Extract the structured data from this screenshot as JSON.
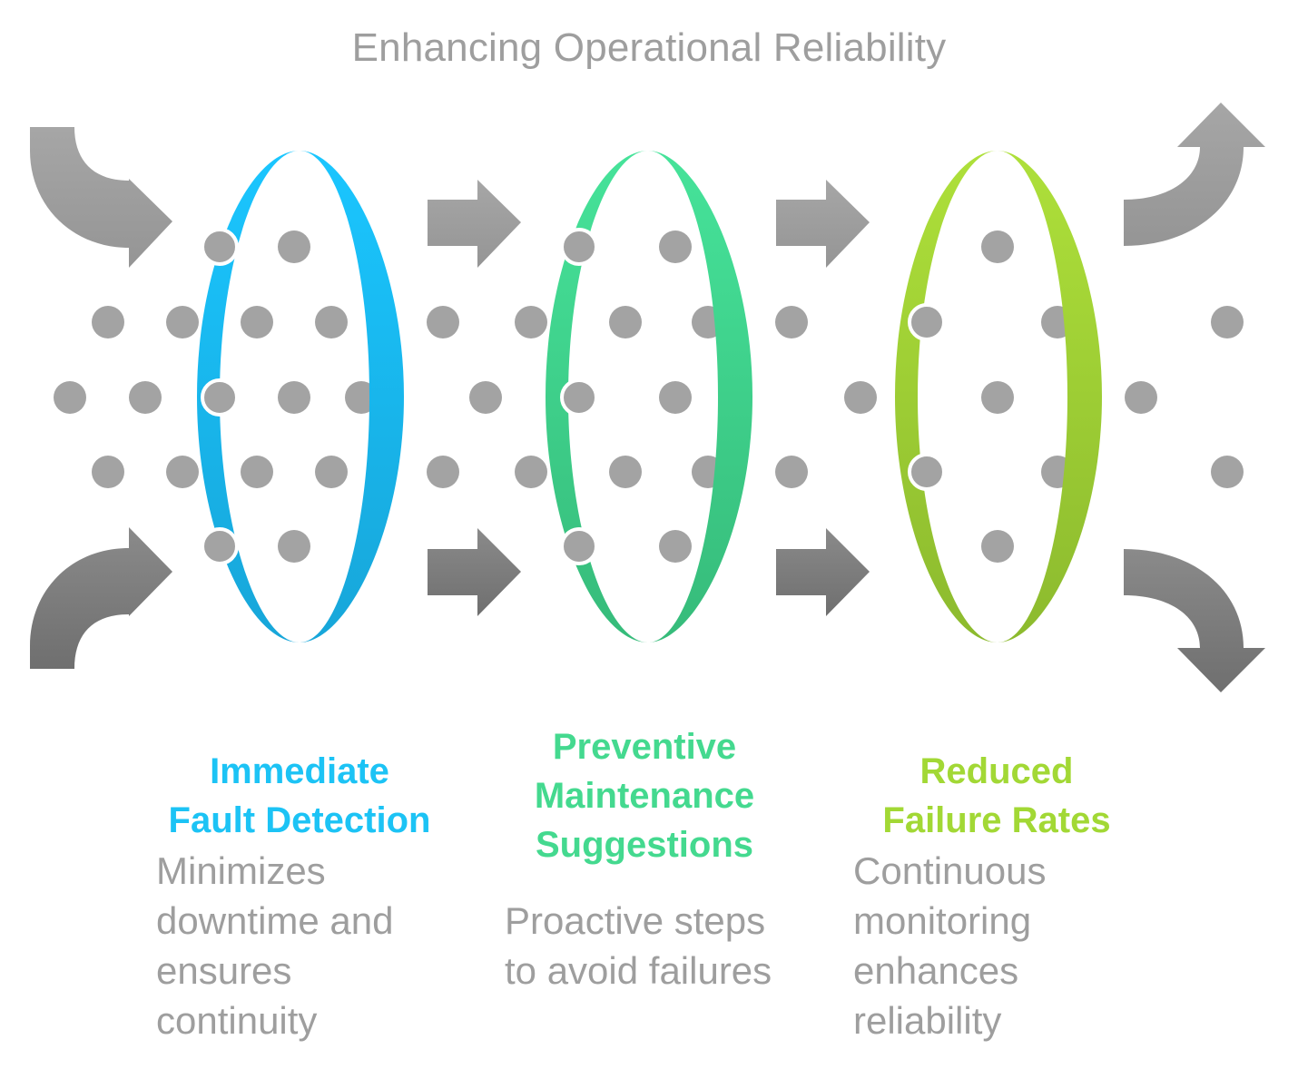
{
  "title": "Enhancing Operational Reliability",
  "colors": {
    "blue": "#1cc3f5",
    "green": "#44d98f",
    "lime": "#a2d835",
    "arrow_gray": "#9a9a9a",
    "dot_gray": "#a3a3a3",
    "text_gray": "#9e9e9e"
  },
  "stages": [
    {
      "heading": "Immediate\nFault Detection",
      "description": "Minimizes\ndowntime and\nensures\ncontinuity",
      "color": "#1cc3f5"
    },
    {
      "heading": "Preventive\nMaintenance\nSuggestions",
      "description": "Proactive steps\nto avoid failures",
      "color": "#44d98f"
    },
    {
      "heading": "Reduced\nFailure Rates",
      "description": "Continuous\nmonitoring\nenhances\nreliability",
      "color": "#a2d835"
    }
  ],
  "icons": [
    "curved-arrow-in-icon",
    "right-arrow-icon",
    "curved-arrow-out-icon",
    "filter-ring-icon"
  ]
}
